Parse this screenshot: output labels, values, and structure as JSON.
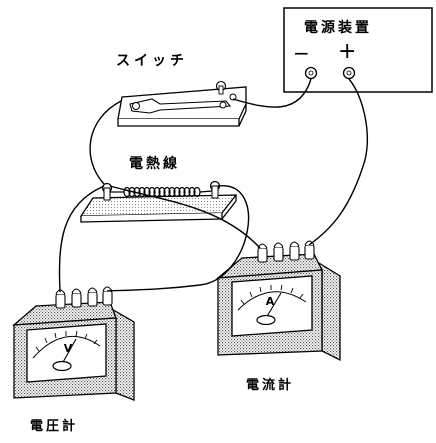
{
  "labels": {
    "power_supply": "電源装置",
    "minus": "−",
    "plus": "+",
    "switch": "スイッチ",
    "heating_wire": "電熱線",
    "ammeter": "電流計",
    "voltmeter": "電圧計",
    "voltmeter_letter": "V",
    "ammeter_letter": "A"
  }
}
